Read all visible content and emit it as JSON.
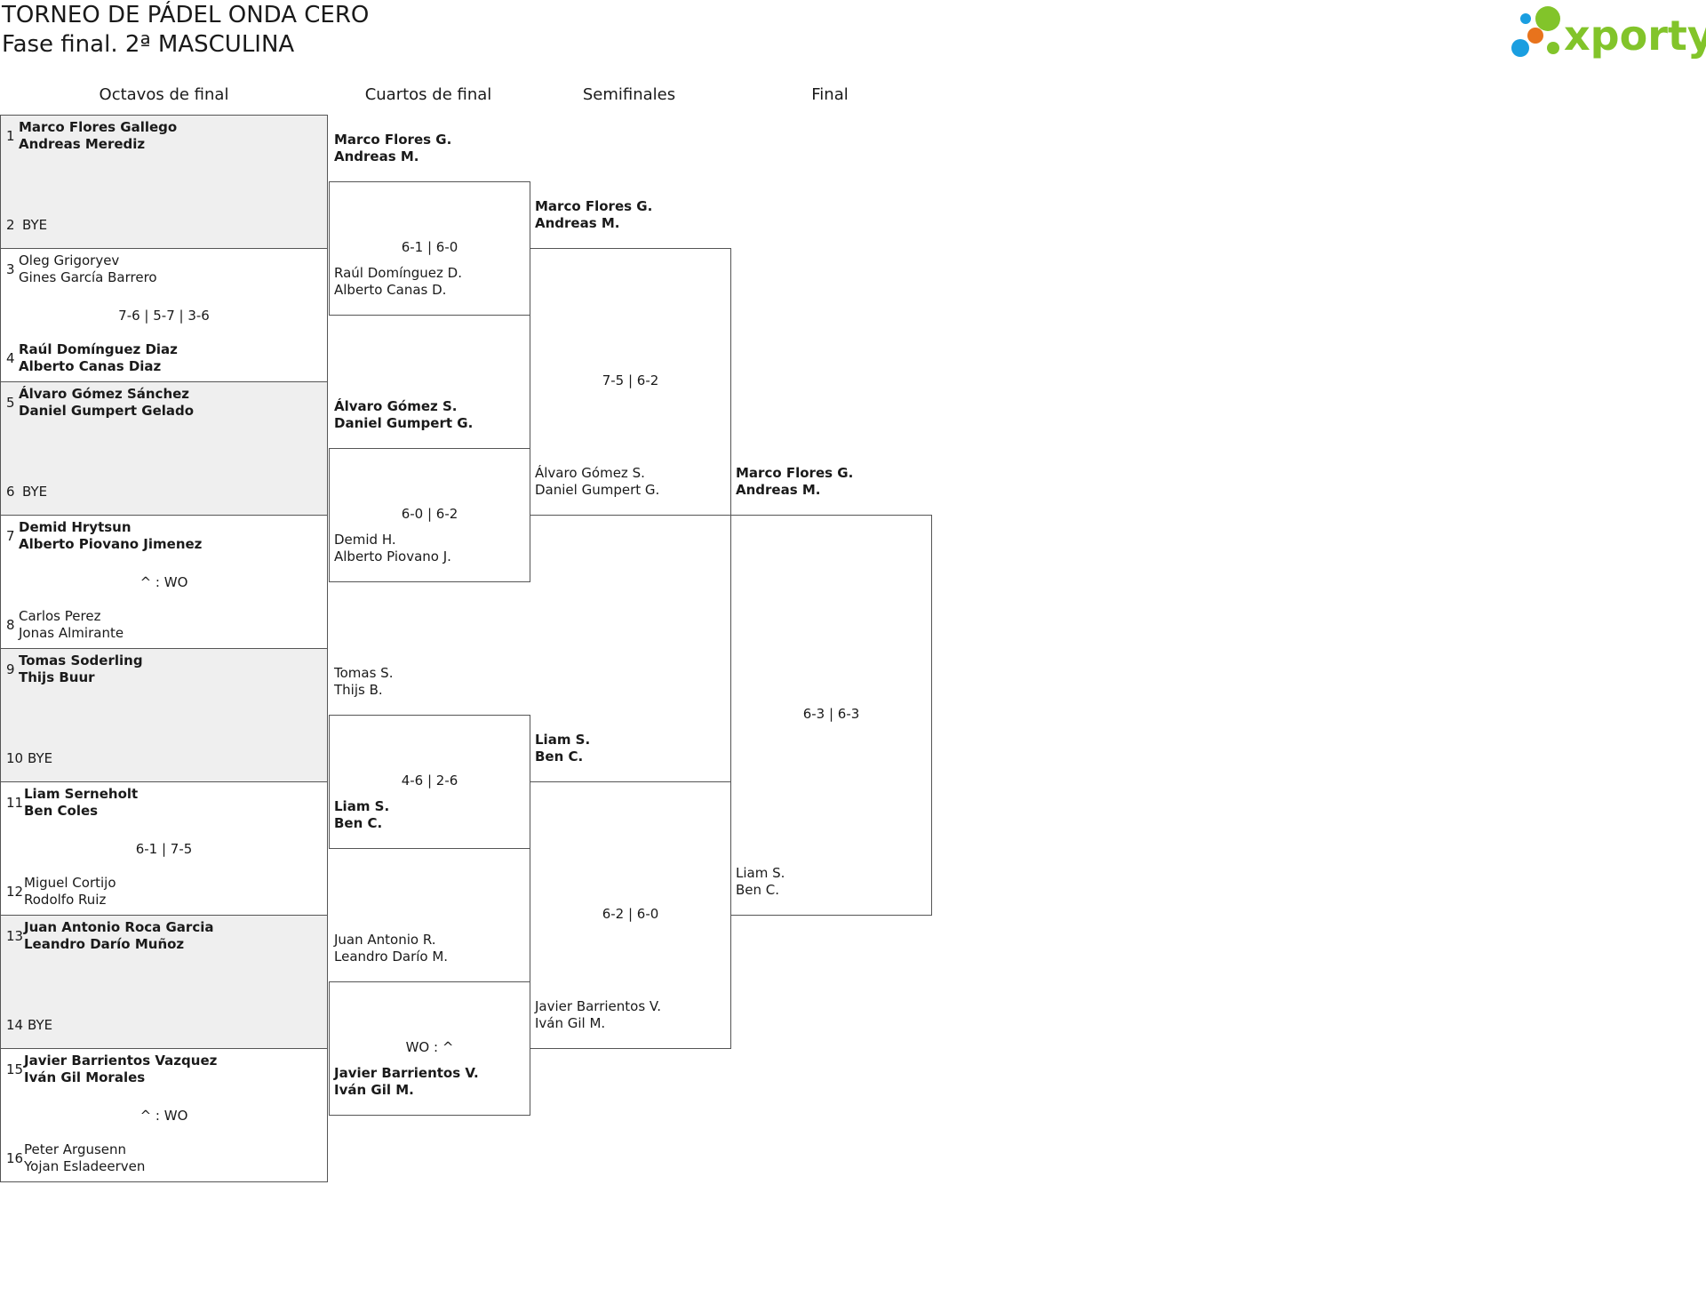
{
  "header": {
    "title": "TORNEO DE PÁDEL ONDA CERO",
    "subtitle": "Fase final. 2ª MASCULINA",
    "logo_text": "xporty",
    "logo_colors": [
      "#1a9ee0",
      "#e8731c",
      "#82c42a"
    ]
  },
  "rounds": [
    "Octavos de final",
    "Cuartos de final",
    "Semifinales",
    "Final"
  ],
  "round_of_16": [
    {
      "top": {
        "seed": "1",
        "p1": "Marco Flores Gallego",
        "p2": "Andreas Merediz",
        "bold": true
      },
      "bottom": {
        "seed": "2",
        "p1": "BYE",
        "p2": "",
        "bold": false
      },
      "score": "",
      "bye": true
    },
    {
      "top": {
        "seed": "3",
        "p1": "Oleg Grigoryev",
        "p2": "Gines García Barrero",
        "bold": false
      },
      "bottom": {
        "seed": "4",
        "p1": "Raúl Domínguez Diaz",
        "p2": "Alberto Canas Diaz",
        "bold": true
      },
      "score": "7-6 | 5-7 | 3-6",
      "bye": false
    },
    {
      "top": {
        "seed": "5",
        "p1": "Álvaro Gómez Sánchez",
        "p2": "Daniel Gumpert Gelado",
        "bold": true
      },
      "bottom": {
        "seed": "6",
        "p1": "BYE",
        "p2": "",
        "bold": false
      },
      "score": "",
      "bye": true
    },
    {
      "top": {
        "seed": "7",
        "p1": "Demid Hrytsun",
        "p2": "Alberto Piovano Jimenez",
        "bold": true
      },
      "bottom": {
        "seed": "8",
        "p1": "Carlos Perez",
        "p2": "Jonas Almirante",
        "bold": false
      },
      "score": "^ : WO",
      "bye": false
    },
    {
      "top": {
        "seed": "9",
        "p1": "Tomas Soderling",
        "p2": "Thijs Buur",
        "bold": true
      },
      "bottom": {
        "seed": "10",
        "p1": "BYE",
        "p2": "",
        "bold": false
      },
      "score": "",
      "bye": true
    },
    {
      "top": {
        "seed": "11",
        "p1": "Liam Serneholt",
        "p2": "Ben Coles",
        "bold": true
      },
      "bottom": {
        "seed": "12",
        "p1": "Miguel Cortijo",
        "p2": "Rodolfo Ruiz",
        "bold": false
      },
      "score": "6-1 | 7-5",
      "bye": false
    },
    {
      "top": {
        "seed": "13",
        "p1": "Juan Antonio Roca Garcia",
        "p2": "Leandro Darío Muñoz",
        "bold": true
      },
      "bottom": {
        "seed": "14",
        "p1": "BYE",
        "p2": "",
        "bold": false
      },
      "score": "",
      "bye": true
    },
    {
      "top": {
        "seed": "15",
        "p1": "Javier Barrientos Vazquez",
        "p2": "Iván Gil Morales",
        "bold": true
      },
      "bottom": {
        "seed": "16",
        "p1": "Peter Argusenn",
        "p2": "Yojan Esladeerven",
        "bold": false
      },
      "score": "^ : WO",
      "bye": false
    }
  ],
  "quarterfinals": [
    {
      "top": {
        "p1": "Marco Flores G.",
        "p2": "Andreas M.",
        "bold": true
      },
      "bottom": {
        "p1": "Raúl Domínguez D.",
        "p2": "Alberto Canas D.",
        "bold": false
      },
      "score": "6-1 | 6-0"
    },
    {
      "top": {
        "p1": "Álvaro Gómez S.",
        "p2": "Daniel Gumpert G.",
        "bold": true
      },
      "bottom": {
        "p1": "Demid H.",
        "p2": "Alberto Piovano J.",
        "bold": false
      },
      "score": "6-0 | 6-2"
    },
    {
      "top": {
        "p1": "Tomas S.",
        "p2": "Thijs B.",
        "bold": false
      },
      "bottom": {
        "p1": "Liam S.",
        "p2": "Ben C.",
        "bold": true
      },
      "score": "4-6 | 2-6"
    },
    {
      "top": {
        "p1": "Juan Antonio R.",
        "p2": "Leandro Darío M.",
        "bold": false
      },
      "bottom": {
        "p1": "Javier Barrientos V.",
        "p2": "Iván Gil M.",
        "bold": true
      },
      "score": "WO : ^"
    }
  ],
  "semifinals": [
    {
      "top": {
        "p1": "Marco Flores G.",
        "p2": "Andreas M.",
        "bold": true
      },
      "bottom": {
        "p1": "Álvaro Gómez S.",
        "p2": "Daniel Gumpert G.",
        "bold": false
      },
      "score": "7-5 | 6-2"
    },
    {
      "top": {
        "p1": "Liam S.",
        "p2": "Ben C.",
        "bold": true
      },
      "bottom": {
        "p1": "Javier Barrientos V.",
        "p2": "Iván Gil M.",
        "bold": false
      },
      "score": "6-2 | 6-0"
    }
  ],
  "final": {
    "top": {
      "p1": "Marco Flores G.",
      "p2": "Andreas M.",
      "bold": true
    },
    "bottom": {
      "p1": "Liam S.",
      "p2": "Ben C.",
      "bold": false
    },
    "score": "6-3 | 6-3"
  }
}
